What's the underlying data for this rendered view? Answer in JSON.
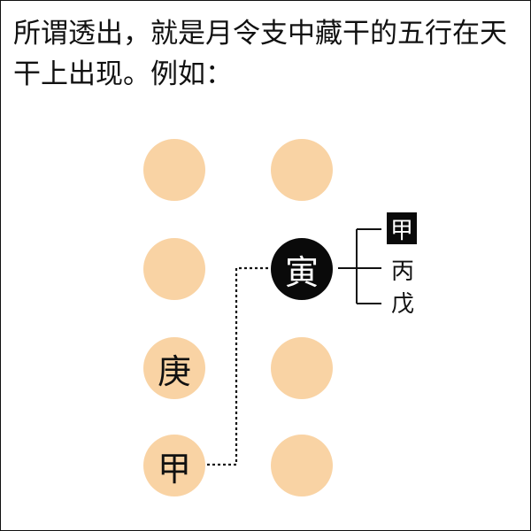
{
  "intro_text": "所谓透出，就是月令支中藏干的五行在天干上出现。例如：",
  "grid": {
    "r1_left": "",
    "r1_right": "",
    "r2_left": "",
    "r2_right": "寅",
    "r3_left": "庚",
    "r3_right": "",
    "r4_left": "甲",
    "r4_right": ""
  },
  "hidden_stems": [
    "甲",
    "丙",
    "戊"
  ],
  "highlighted_stem": "甲",
  "colors": {
    "circle_fill": "#f9d3a4",
    "highlight": "#0a0a0a",
    "text": "#111111"
  }
}
